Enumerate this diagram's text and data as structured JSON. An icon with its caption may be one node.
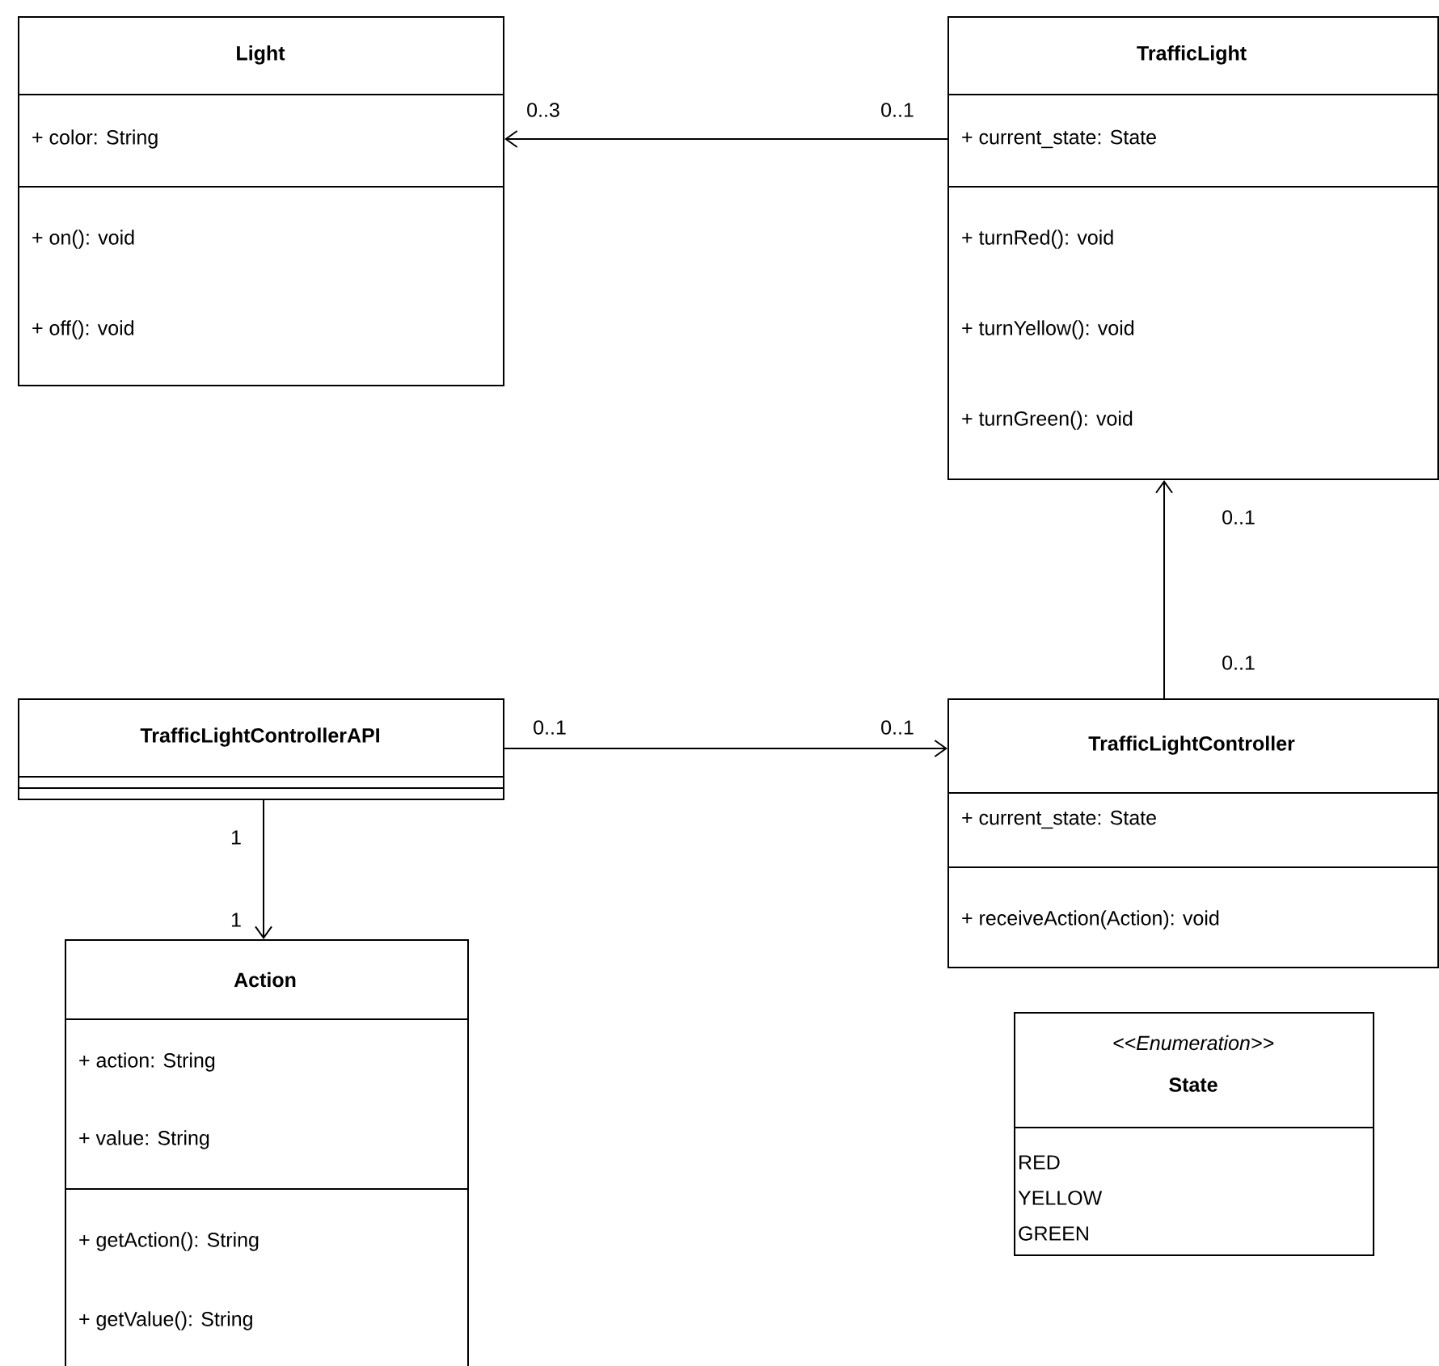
{
  "diagram": {
    "nodes": [
      {
        "text": [
          "Light"
        ]
      },
      {
        "text": [
          "+ color: String"
        ],
        "in": 0
      },
      {
        "text": [
          "+ on(): void",
          "+ off(): void"
        ],
        "in": 0
      },
      {
        "text": [
          "TrafficLight"
        ]
      },
      {
        "text": [
          "+ current_state: State"
        ],
        "in": 3
      },
      {
        "text": [
          "+ turnRed(): void",
          "+ turnYellow(): void",
          "+ turnGreen(): void"
        ],
        "in": 3
      },
      {
        "text": [
          "TrafficLightControllerAPI"
        ]
      },
      {
        "text": [],
        "shape": "box",
        "in": 6
      },
      {
        "text": [],
        "shape": "box",
        "in": 6
      },
      {
        "text": [
          "TrafficLightController"
        ]
      },
      {
        "text": [
          "+ current_state: State"
        ],
        "in": 9
      },
      {
        "text": [
          "+ receiveAction(Action): void"
        ],
        "in": 9
      },
      {
        "text": [
          "Action"
        ]
      },
      {
        "text": [
          "+ action: String",
          "+ value: String"
        ],
        "in": 12
      },
      {
        "text": [
          "+ getAction(): String",
          "+ getValue(): String"
        ],
        "in": 12
      },
      {
        "text": [
          "<<Enumeration>>",
          "State"
        ]
      },
      {
        "text": [
          "RED",
          "YELLOW",
          "GREEN"
        ],
        "in": 15
      }
    ],
    "edges": [
      {
        "from": 3,
        "to": 0,
        "arrow": "to"
      },
      {
        "from": 9,
        "to": 3,
        "arrow": "to"
      },
      {
        "from": 6,
        "to": 9,
        "arrow": "to"
      },
      {
        "from": 6,
        "to": 12,
        "arrow": "to"
      }
    ],
    "labels": [
      "0..3",
      "0..1",
      "0..1",
      "0..1",
      "0..1",
      "0..1",
      "1",
      "1"
    ]
  }
}
